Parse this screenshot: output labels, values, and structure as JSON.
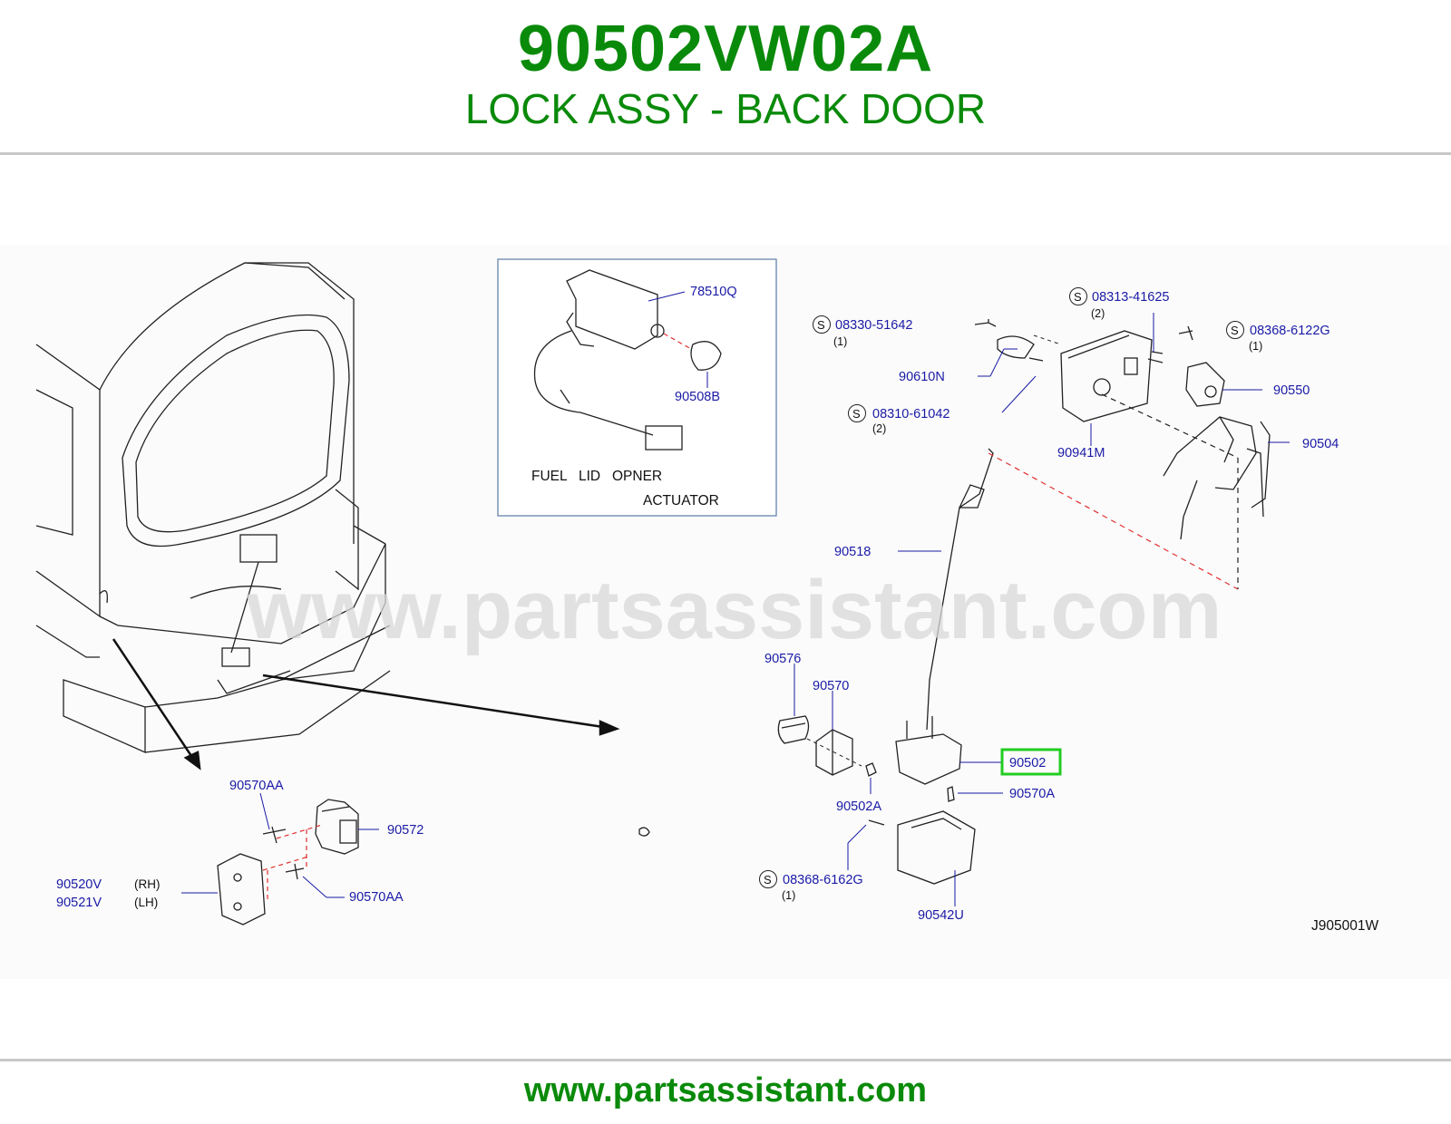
{
  "header": {
    "part_number": "90502VW02A",
    "part_name": "LOCK ASSY - BACK DOOR"
  },
  "watermark": "www.partsassistant.com",
  "footer": {
    "url": "www.partsassistant.com"
  },
  "inset": {
    "caption_line1": "FUEL   LID   OPNER",
    "caption_line2": "ACTUATOR"
  },
  "labels": {
    "p78510Q": "78510Q",
    "p90508B": "90508B",
    "p08330": "08330-51642",
    "p08330_qty": "(1)",
    "p08313": "08313-41625",
    "p08313_qty": "(2)",
    "p08368_6122G": "08368-6122G",
    "p08368_6122G_qty": "(1)",
    "p90610N": "90610N",
    "p08310": "08310-61042",
    "p08310_qty": "(2)",
    "p90550": "90550",
    "p90504": "90504",
    "p90941M": "90941M",
    "p90518": "90518",
    "p90576": "90576",
    "p90570": "90570",
    "p90502": "90502",
    "p90570A": "90570A",
    "p90502A": "90502A",
    "p08368_6162G": "08368-6162G",
    "p08368_6162G_qty": "(1)",
    "p90542U": "90542U",
    "p90570AA_top": "90570AA",
    "p90572": "90572",
    "p90570AA_bottom": "90570AA",
    "p90520V": "90520V",
    "p90520V_side": "(RH)",
    "p90521V": "90521V",
    "p90521V_side": "(LH)",
    "s_marker": "S",
    "drawing_code": "J905001W"
  },
  "colors": {
    "brand_green": "#0a8a0a",
    "label_blue": "#1a1aa6",
    "highlight_green": "#22cc22",
    "dash_red": "#e03030"
  }
}
